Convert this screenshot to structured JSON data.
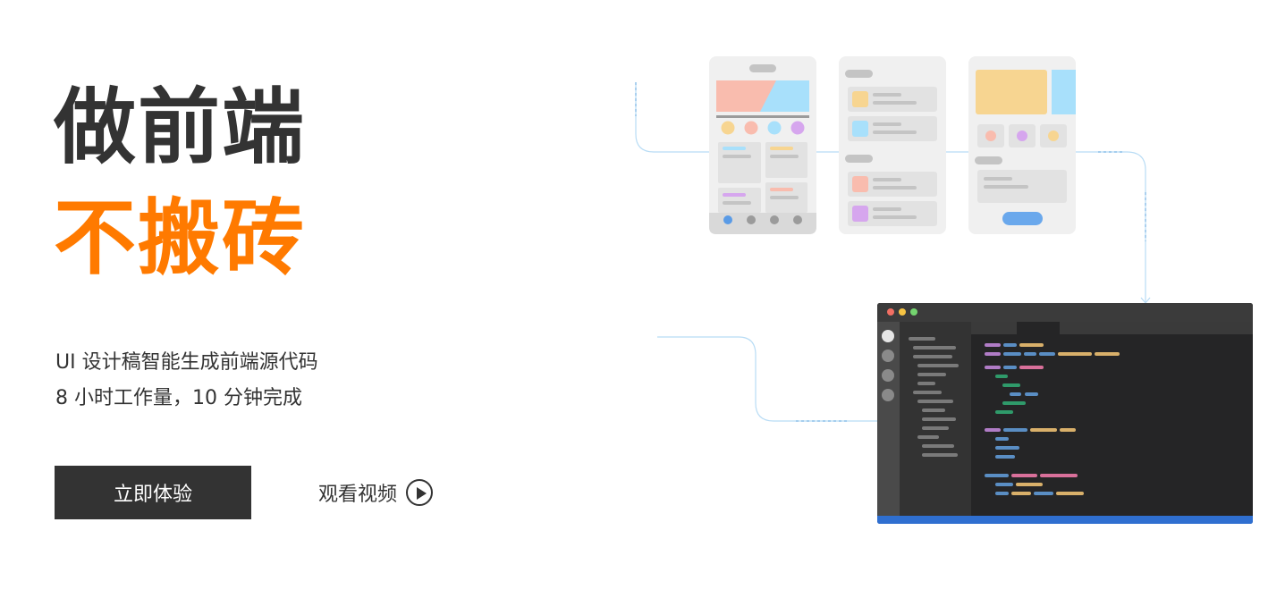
{
  "hero": {
    "title_line1": "做前端",
    "title_line2": "不搬砖",
    "subtitle_line1": "UI 设计稿智能生成前端源代码",
    "subtitle_line2": "8 小时工作量，10 分钟完成"
  },
  "actions": {
    "try_label": "立即体验",
    "video_label": "观看视频"
  },
  "colors": {
    "accent": "#ff7a00",
    "dark": "#333333",
    "editor_bg": "#252526",
    "editor_status": "#2f6fd0"
  },
  "icons": {
    "play": "play-circle-icon"
  }
}
